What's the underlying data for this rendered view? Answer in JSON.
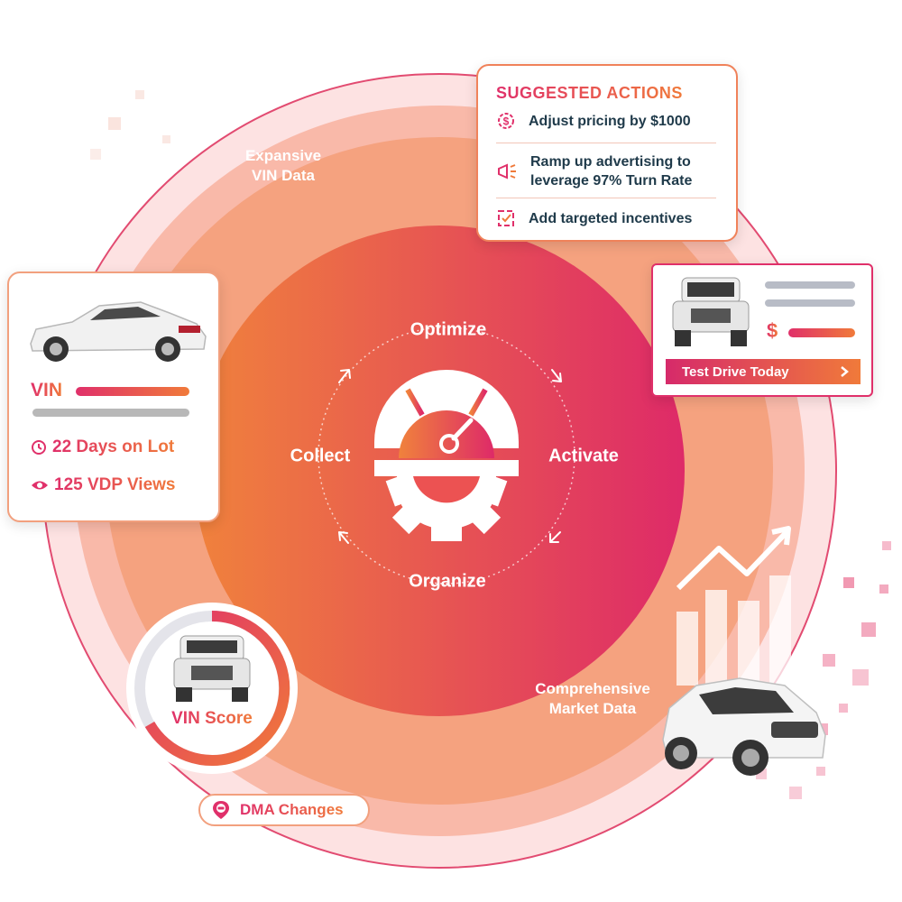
{
  "rings": {
    "outer_label": "Expansive\nVIN Data",
    "market_label": "Comprehensive\nMarket Data"
  },
  "cycle": {
    "top": "Optimize",
    "right": "Activate",
    "bottom": "Organize",
    "left": "Collect"
  },
  "suggested_actions": {
    "title": "SUGGESTED ACTIONS",
    "items": [
      {
        "icon": "dollar-gear-icon",
        "text": "Adjust pricing by $1000"
      },
      {
        "icon": "megaphone-icon",
        "text": "Ramp up advertising to\nleverage 97% Turn Rate"
      },
      {
        "icon": "checkbox-icon",
        "text": "Add targeted incentives"
      }
    ]
  },
  "vin_card": {
    "vin_label": "VIN",
    "days_on_lot": "22 Days on Lot",
    "vdp_views": "125 VDP Views"
  },
  "listing_card": {
    "price_symbol": "$",
    "cta": "Test Drive Today",
    "cta_icon": "chevron-right-icon"
  },
  "vin_score": {
    "label": "VIN Score"
  },
  "dma_badge": {
    "label": "DMA Changes",
    "icon": "map-pin-car-icon"
  },
  "colors": {
    "pink": "#e0306a",
    "orange": "#f07a3a",
    "navy": "#1f3a4a"
  }
}
